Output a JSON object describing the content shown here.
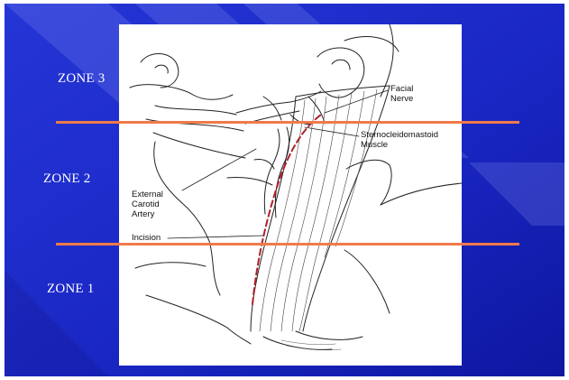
{
  "zones": {
    "zone3": "ZONE 3",
    "zone2": "ZONE 2",
    "zone1": "ZONE 1"
  },
  "annotations": {
    "facial_nerve": [
      "Facial",
      "Nerve"
    ],
    "scm_muscle": [
      "Sternocleidomastoid",
      "Muscle"
    ],
    "external_carotid_artery": [
      "External",
      "Carotid",
      "Artery"
    ],
    "incision": "Incision"
  },
  "colors": {
    "background": "#1b28c6",
    "zone_line": "#f07a4a",
    "incision_line": "#b0202a"
  }
}
